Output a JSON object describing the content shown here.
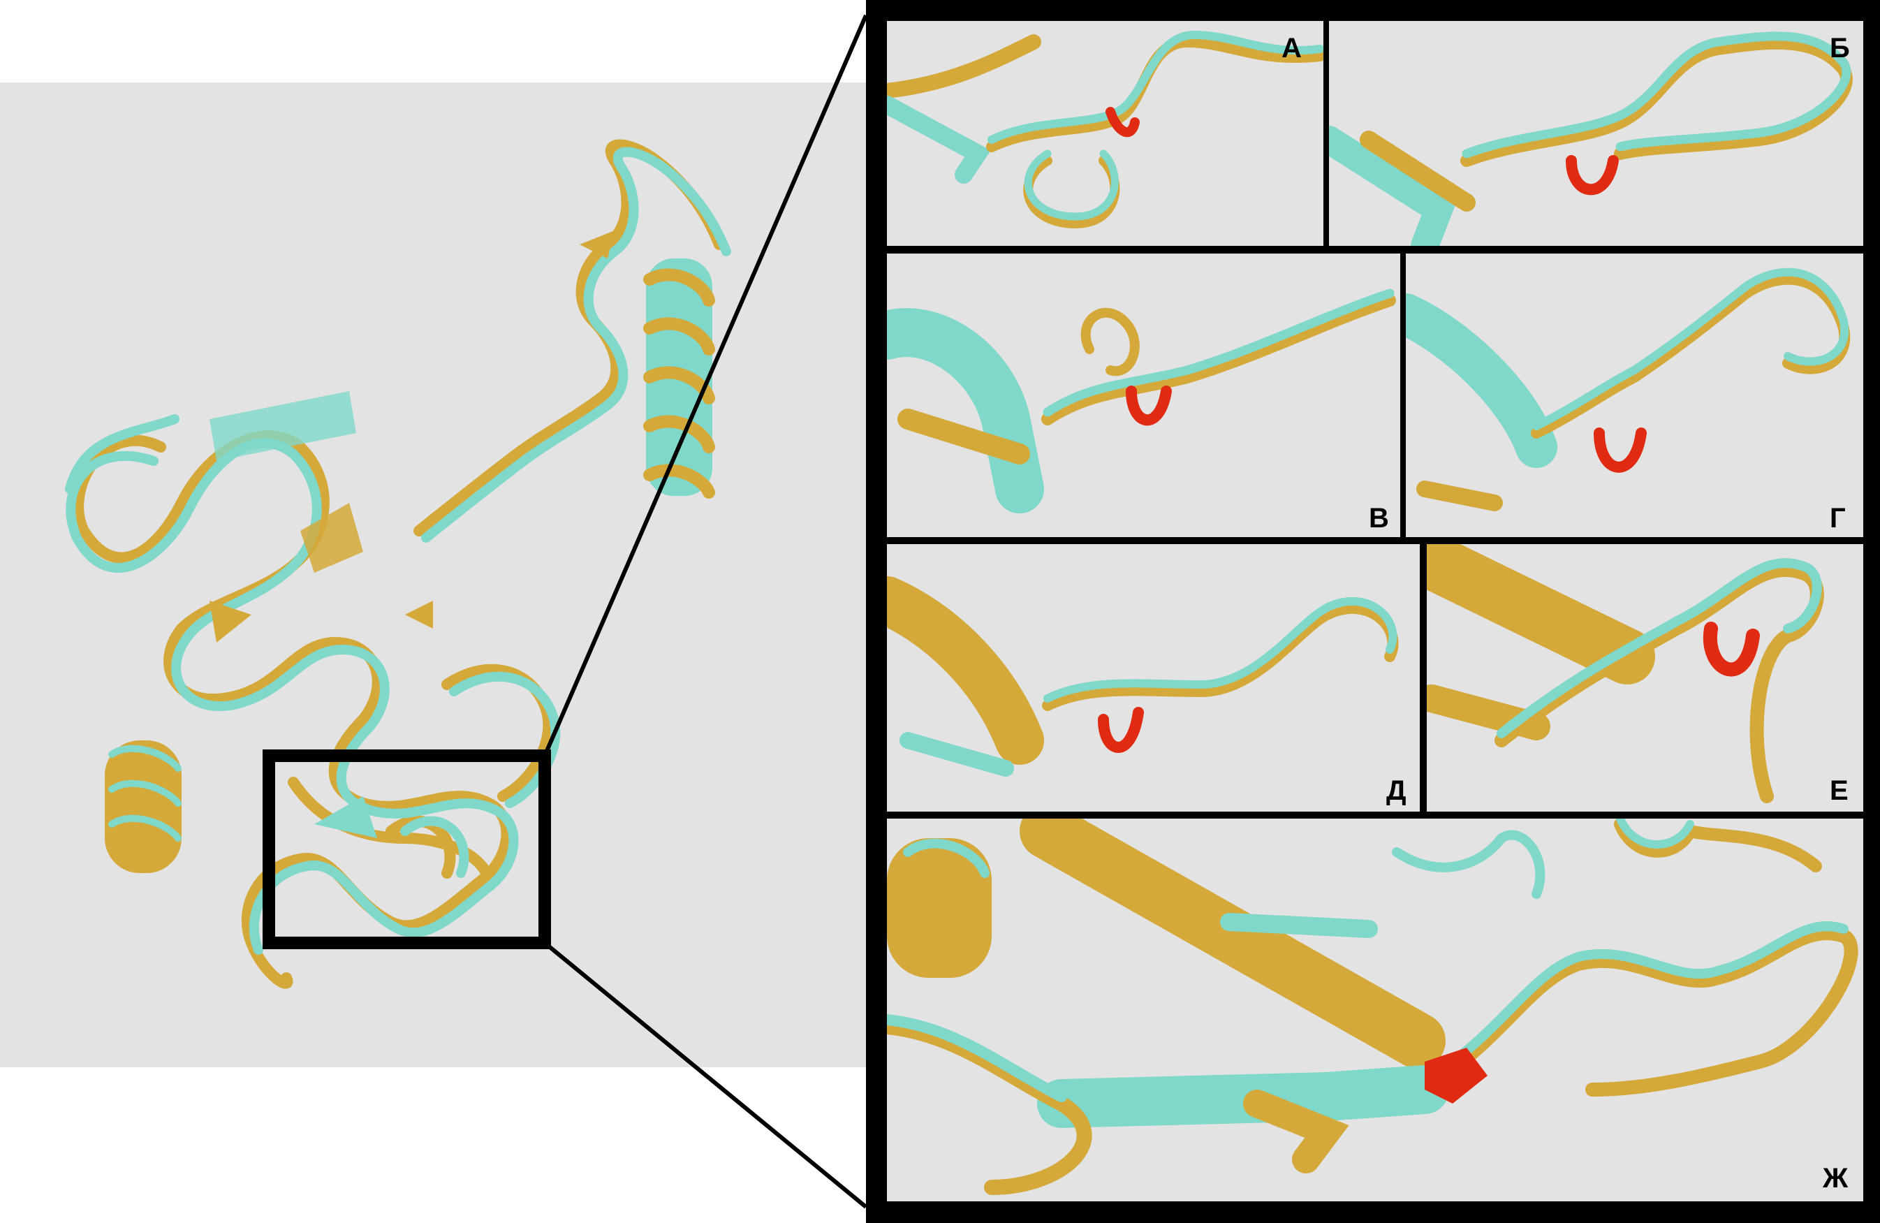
{
  "figure": {
    "colors": {
      "background_gray": "#e3e3e3",
      "structure_gold": "#d4a93a",
      "structure_cyan": "#7fd8c9",
      "highlight_red": "#e02a12",
      "frame_black": "#000000"
    },
    "overview": {
      "description_icon": "protein-structure-superposition-icon"
    },
    "zoom_panels": [
      {
        "label": "А"
      },
      {
        "label": "Б"
      },
      {
        "label": "В"
      },
      {
        "label": "Г"
      },
      {
        "label": "Д"
      },
      {
        "label": "Е"
      },
      {
        "label": "Ж"
      }
    ]
  }
}
